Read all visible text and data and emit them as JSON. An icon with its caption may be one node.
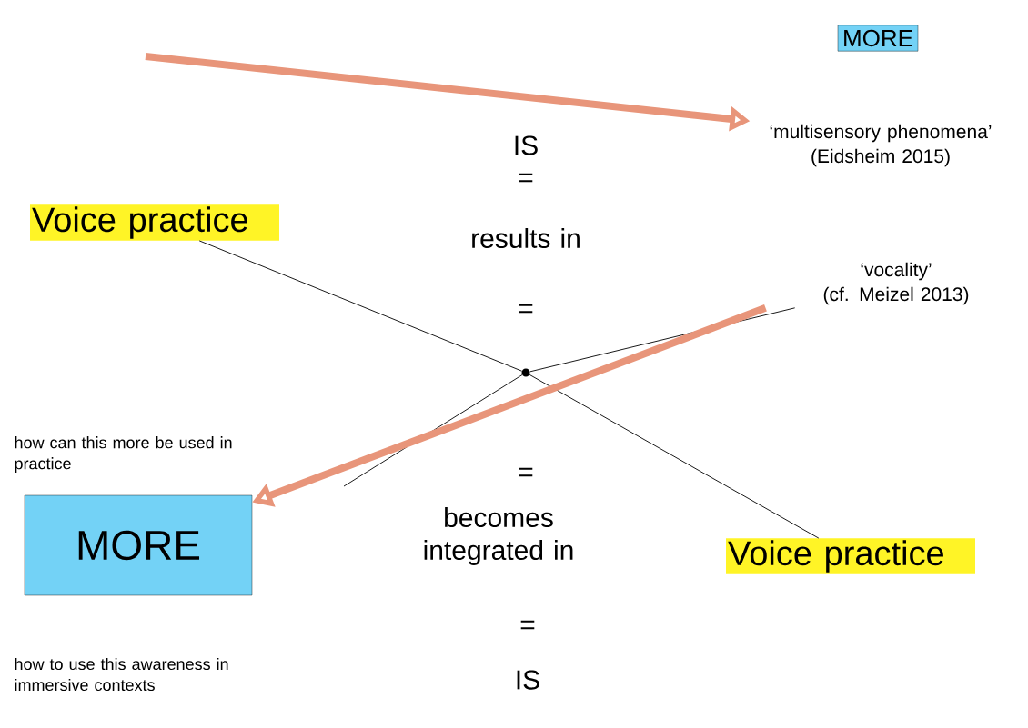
{
  "diagram": {
    "nodes": [
      {
        "text": [
          "MORE"
        ]
      },
      {
        "text": [
          "‘multisensory phenomena’",
          "(Eidsheim 2015)"
        ]
      },
      {
        "text": [
          "Voice practice"
        ]
      },
      {
        "text": [
          "‘vocality’",
          "(cf. Meizel 2013)"
        ]
      },
      {
        "text": [],
        "shape": "circle"
      },
      {
        "text": [
          "MORE"
        ],
        "beside": [
          "how can this more be used in practice",
          "how to use this awareness in immersive contexts"
        ]
      },
      {
        "text": [
          "Voice practice"
        ]
      }
    ],
    "edges": [
      {
        "from": null,
        "to": 1,
        "arrow": "to",
        "style": "thick",
        "color": "#e8957a"
      },
      {
        "from": 2,
        "to": 4,
        "arrow": "none"
      },
      {
        "from": 4,
        "to": 6,
        "arrow": "none"
      },
      {
        "from": 3,
        "to": 4,
        "arrow": "none"
      },
      {
        "from": 4,
        "to": null,
        "arrow": "none"
      },
      {
        "from": 3,
        "to": 5,
        "arrow": "to",
        "style": "thick",
        "color": "#e8957a"
      }
    ],
    "labels": [
      "IS",
      "=",
      "results in",
      "=",
      "=",
      "becomes integrated in",
      "=",
      "IS"
    ]
  }
}
